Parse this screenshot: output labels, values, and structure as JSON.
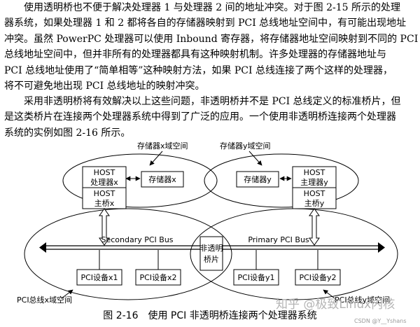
{
  "paragraphs": {
    "p1": [
      "　　使用透明桥也不便于解决处理器 1 与处理器 2 间的地址冲突。对于图 2-15 所示的处理",
      "器系统，如果处理器 1 和 2 都将各自的存储器映射到 PCI 总线地址空间中，有可能出现地址",
      "冲突。虽然 PowerPC 处理器可以使用 Inbound 寄存器，将存储器地址空间映射到不同的 PCI",
      "总线地址空间中，但并非所有的处理器都具有这种映射机制。许多处理器的存储器地址与",
      "PCI 总线地址使用了“简单相等”这种映射方法，如果 PCI 总线连接了两个这样的处理器，",
      "将不可避免地出现 PCI 总线地址的映射冲突。"
    ],
    "p2": [
      "　　采用非透明桥将有效解决以上这些问题，非透明桥并不是 PCI 总线定义的标准桥片，但",
      "是这类桥片在连接两个处理器系统中得到了广泛的应用。一个使用非透明桥连接两个处理器",
      "系统的实例如图 2-16 所示。"
    ]
  },
  "figure": {
    "mem_space_x": "存储器x域空间",
    "mem_space_y": "存储器y域空间",
    "host_x_processor": [
      "HOST",
      "处理器x"
    ],
    "host_x_bridge": [
      "HOST",
      "主桥x"
    ],
    "host_y_processor": [
      "HOST",
      "主理器y"
    ],
    "host_y_bridge": [
      "HOST",
      "主桥y"
    ],
    "memory_x": "存储器x",
    "memory_y": "存储器y",
    "secondary_bus": "Secondary PCI Bus",
    "primary_bus": "Primary PCI Bus",
    "ntb": [
      "非透明",
      "桥片"
    ],
    "pci_x1": "PCI设备x1",
    "pci_x2": "PCI设备x2",
    "pci_y1": "PCI设备y1",
    "pci_y2": "PCI设备y2",
    "pci_space_x": "PCI总线x域空间",
    "pci_space_y": "PCI总线y域空间"
  },
  "caption": "图 2-16　使用 PCI 非透明桥连接两个处理器系统",
  "watermark": "知乎 @极致Linux内核",
  "credit": "CSDN @Y__Yshans"
}
